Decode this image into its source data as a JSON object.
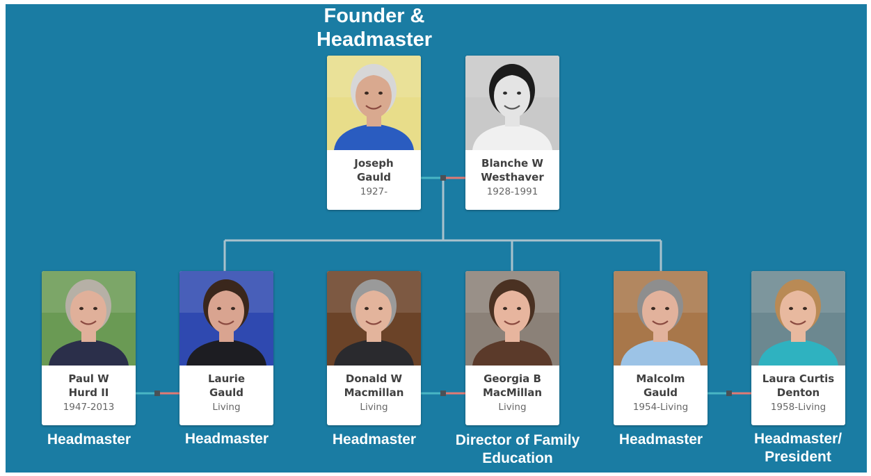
{
  "top_label": "Founder &\nHeadmaster",
  "people": [
    {
      "id": "joseph",
      "name": "Joseph\nGauld",
      "years": "1927-",
      "role": "",
      "photo": {
        "bg": "#e8dd8a",
        "skin": "#d9a98f",
        "hair": "#d7d7d7",
        "shirt": "#2a5cc0",
        "gray": false
      }
    },
    {
      "id": "blanche",
      "name": "Blanche W\nWesthaver",
      "years": "1928-1991",
      "role": "",
      "photo": {
        "bg": "#c9c9c9",
        "skin": "#e4e4e4",
        "hair": "#1c1c1c",
        "shirt": "#f0f0f0",
        "gray": true
      }
    },
    {
      "id": "paul",
      "name": "Paul W\nHurd II",
      "years": "1947-2013",
      "role": "Headmaster",
      "photo": {
        "bg": "#6a9a54",
        "skin": "#e0b09a",
        "hair": "#b6b0a6",
        "shirt": "#2b2f4a",
        "gray": false
      }
    },
    {
      "id": "laurie",
      "name": "Laurie\nGauld",
      "years": "Living",
      "role": "Headmaster",
      "photo": {
        "bg": "#2f49b0",
        "skin": "#d9a490",
        "hair": "#3a271c",
        "shirt": "#1d1d22",
        "gray": false
      }
    },
    {
      "id": "donald",
      "name": "Donald W\nMacmillan",
      "years": "Living",
      "role": "Headmaster",
      "photo": {
        "bg": "#6b4328",
        "skin": "#e3b49c",
        "hair": "#9a9a9a",
        "shirt": "#2a2a2e",
        "gray": false
      }
    },
    {
      "id": "georgia",
      "name": "Georgia B\nMacMillan",
      "years": "Living",
      "role": "Director of Family\nEducation",
      "photo": {
        "bg": "#8b8178",
        "skin": "#e7b59e",
        "hair": "#4a3122",
        "shirt": "#5b3a2a",
        "gray": false
      }
    },
    {
      "id": "malcolm",
      "name": "Malcolm\nGauld",
      "years": "1954-Living",
      "role": "Headmaster",
      "photo": {
        "bg": "#a8774a",
        "skin": "#e2b29c",
        "hair": "#8e8e8e",
        "shirt": "#9cc3e6",
        "gray": false
      }
    },
    {
      "id": "laura",
      "name": "Laura Curtis\nDenton",
      "years": "1958-Living",
      "role": "Headmaster/\nPresident",
      "photo": {
        "bg": "#6c8890",
        "skin": "#e8b99f",
        "hair": "#b98a55",
        "shirt": "#2fb2c0",
        "gray": false
      }
    }
  ],
  "colors": {
    "background": "#1a7ca3",
    "line": "#a9c2cc",
    "connector_left": "#49b6c4",
    "connector_right": "#e07a74",
    "junction": "#4a5157"
  }
}
